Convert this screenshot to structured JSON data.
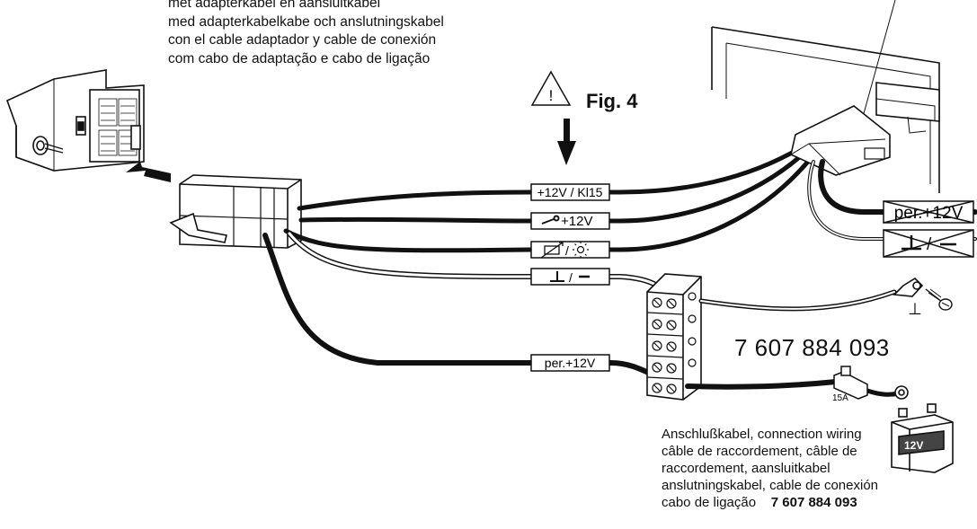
{
  "top_caption": {
    "lines": [
      "met adapterkabel en aansluitkabel",
      "med adapterkabelkabe och anslutningskabel",
      "con el cable adaptador y cable de conexión",
      "com cabo de adaptação e cabo de ligação"
    ]
  },
  "figure": {
    "warning_symbol": "!",
    "label": "Fig. 4"
  },
  "wire_labels": {
    "ignition": "+12V / Kl15",
    "key_plus": "+12V",
    "ground": "⊥ / −",
    "permanent": "per.+12V"
  },
  "crossed_labels": {
    "permanent": "per.+12V",
    "ground": "⊥ / −"
  },
  "part_number": "7 607 884 093",
  "connection_caption": {
    "lines": [
      "Anschlußkabel, connection wiring",
      "câble de raccordement, câble de",
      "raccordement, aansluitkabel",
      "anslutningskabel, cable de conexión"
    ],
    "last_line_prefix": "cabo de ligação",
    "last_line_number": "7 607 884 093"
  },
  "fuse_rating": "15A",
  "battery_voltage": "12V",
  "ground_symbol": "⊥",
  "icons": [
    "warning-triangle-icon",
    "arrow-down-icon",
    "insert-arrow-icon",
    "key-icon",
    "dimmer-icon",
    "sun-icon",
    "ground-icon",
    "ring-terminal-icon",
    "screw-icon",
    "fuse-icon",
    "battery-icon"
  ],
  "colors": {
    "ink": "#111111",
    "paper": "#ffffff"
  }
}
